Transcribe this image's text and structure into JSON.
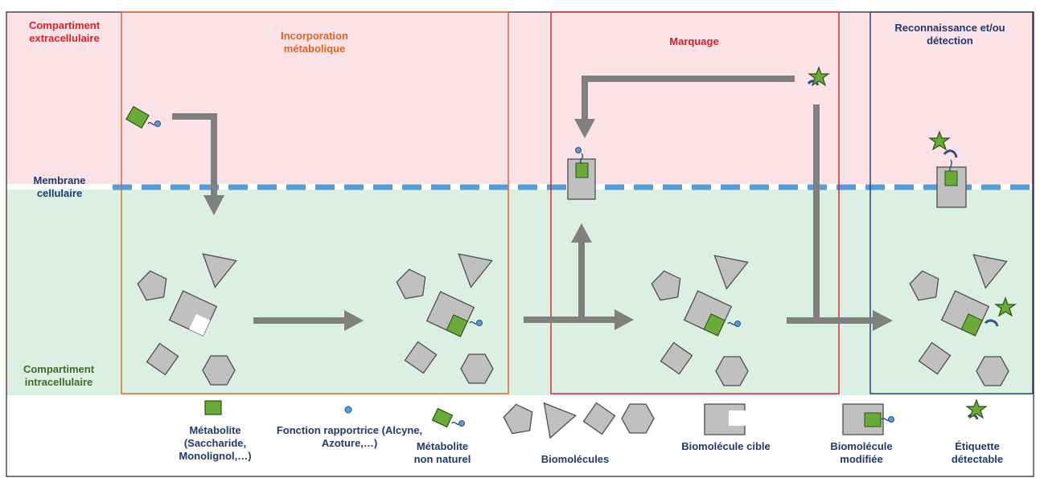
{
  "zones": {
    "extracellular_label": "Compartiment extracellulaire",
    "membrane_label": "Membrane cellulaire",
    "intracellular_label": "Compartiment intracellulaire"
  },
  "steps": {
    "incorporation": "Incorporation métabolique",
    "marquage": "Marquage",
    "reconnaissance": "Reconnaissance et/ou détection"
  },
  "legend": {
    "metabolite": "Métabolite (Saccharide, Monolignol,…)",
    "fonction": "Fonction rapportrice (Alcyne, Azoture,…)",
    "metabolite_non_naturel": "Métabolite non naturel",
    "biomolecules": "Biomolécules",
    "biomolecule_cible": "Biomolécule cible",
    "biomolecule_modifiee": "Biomolécule modifiée",
    "etiquette": "Étiquette détectable"
  },
  "colors": {
    "extracellular": "#fbe2e6",
    "intracellular": "#dcefe3",
    "membrane": "#5b9bd5",
    "arrow": "#808080",
    "shape_fill": "#c0c0c0",
    "metabolite": "#6aaa3a",
    "reporter": "#5b9bd5",
    "star": "#4f7f1f",
    "box_incorporation": "#d8642a",
    "box_marquage": "#d0202a",
    "box_reconnaissance": "#1f3a6e"
  }
}
